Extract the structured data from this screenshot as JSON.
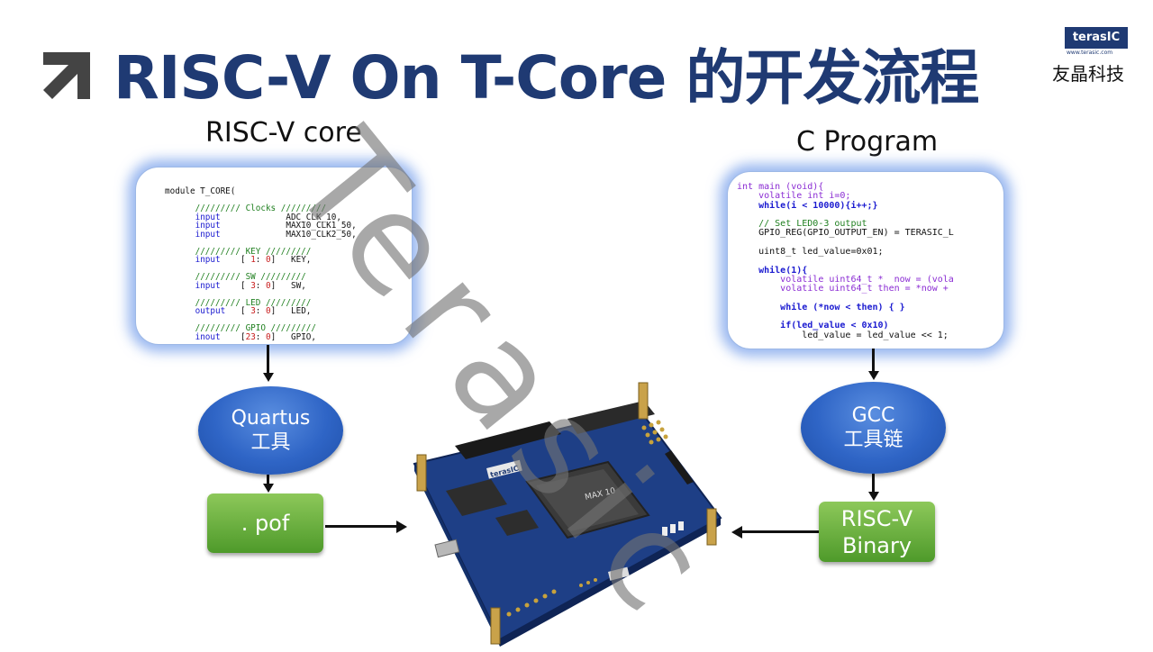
{
  "header": {
    "title": "RISC-V On T-Core 的开发流程",
    "arrow_icon": "arrow-up-right-icon"
  },
  "logo": {
    "badge": "terasIC",
    "url": "www.terasic.com",
    "company_cn": "友晶科技"
  },
  "left_flow": {
    "heading": "RISC-V core",
    "tool_line1": "Quartus",
    "tool_line2": "工具",
    "output_file": ". pof"
  },
  "right_flow": {
    "heading": "C Program",
    "tool_line1": "GCC",
    "tool_line2": "工具链",
    "output_line1": "RISC-V",
    "output_line2": "Binary"
  },
  "verilog_code": {
    "module_line": "module T_CORE(",
    "clocks_comment": "///////// Clocks /////////",
    "clock_ports": [
      "ADC_CLK_10,",
      "MAX10_CLK1_50,",
      "MAX10_CLK2_50,"
    ],
    "key_comment": "///////// KEY /////////",
    "key_port": "KEY,",
    "sw_comment": "///////// SW /////////",
    "sw_port": "SW,",
    "led_comment": "///////// LED /////////",
    "led_port": "LED,",
    "gpio_comment": "///////// GPIO /////////",
    "gpio_port": "GPIO,"
  },
  "c_code": {
    "lines": [
      "int main (void){",
      "volatile int i=0;",
      "while(i < 10000){i++;}",
      "// Set LED0-3 output",
      "GPIO_REG(GPIO_OUTPUT_EN) = TERASIC_L",
      "uint8_t led_value=0x01;",
      "while(1){",
      "volatile uint64_t *  now = (vola",
      "volatile uint64_t then = *now +",
      "while (*now < then) { }",
      "if(led_value < 0x10)",
      "led_value = led_value << 1;"
    ]
  },
  "board": {
    "chip_brand": "terasIC",
    "fpga_label": "MAX 10"
  },
  "watermark": "Terasic",
  "colors": {
    "title": "#1f3a73",
    "ellipse": "#2f65c6",
    "file_box": "#6bb23e",
    "panel_glow": "#78a0eb",
    "watermark": "#737373"
  }
}
